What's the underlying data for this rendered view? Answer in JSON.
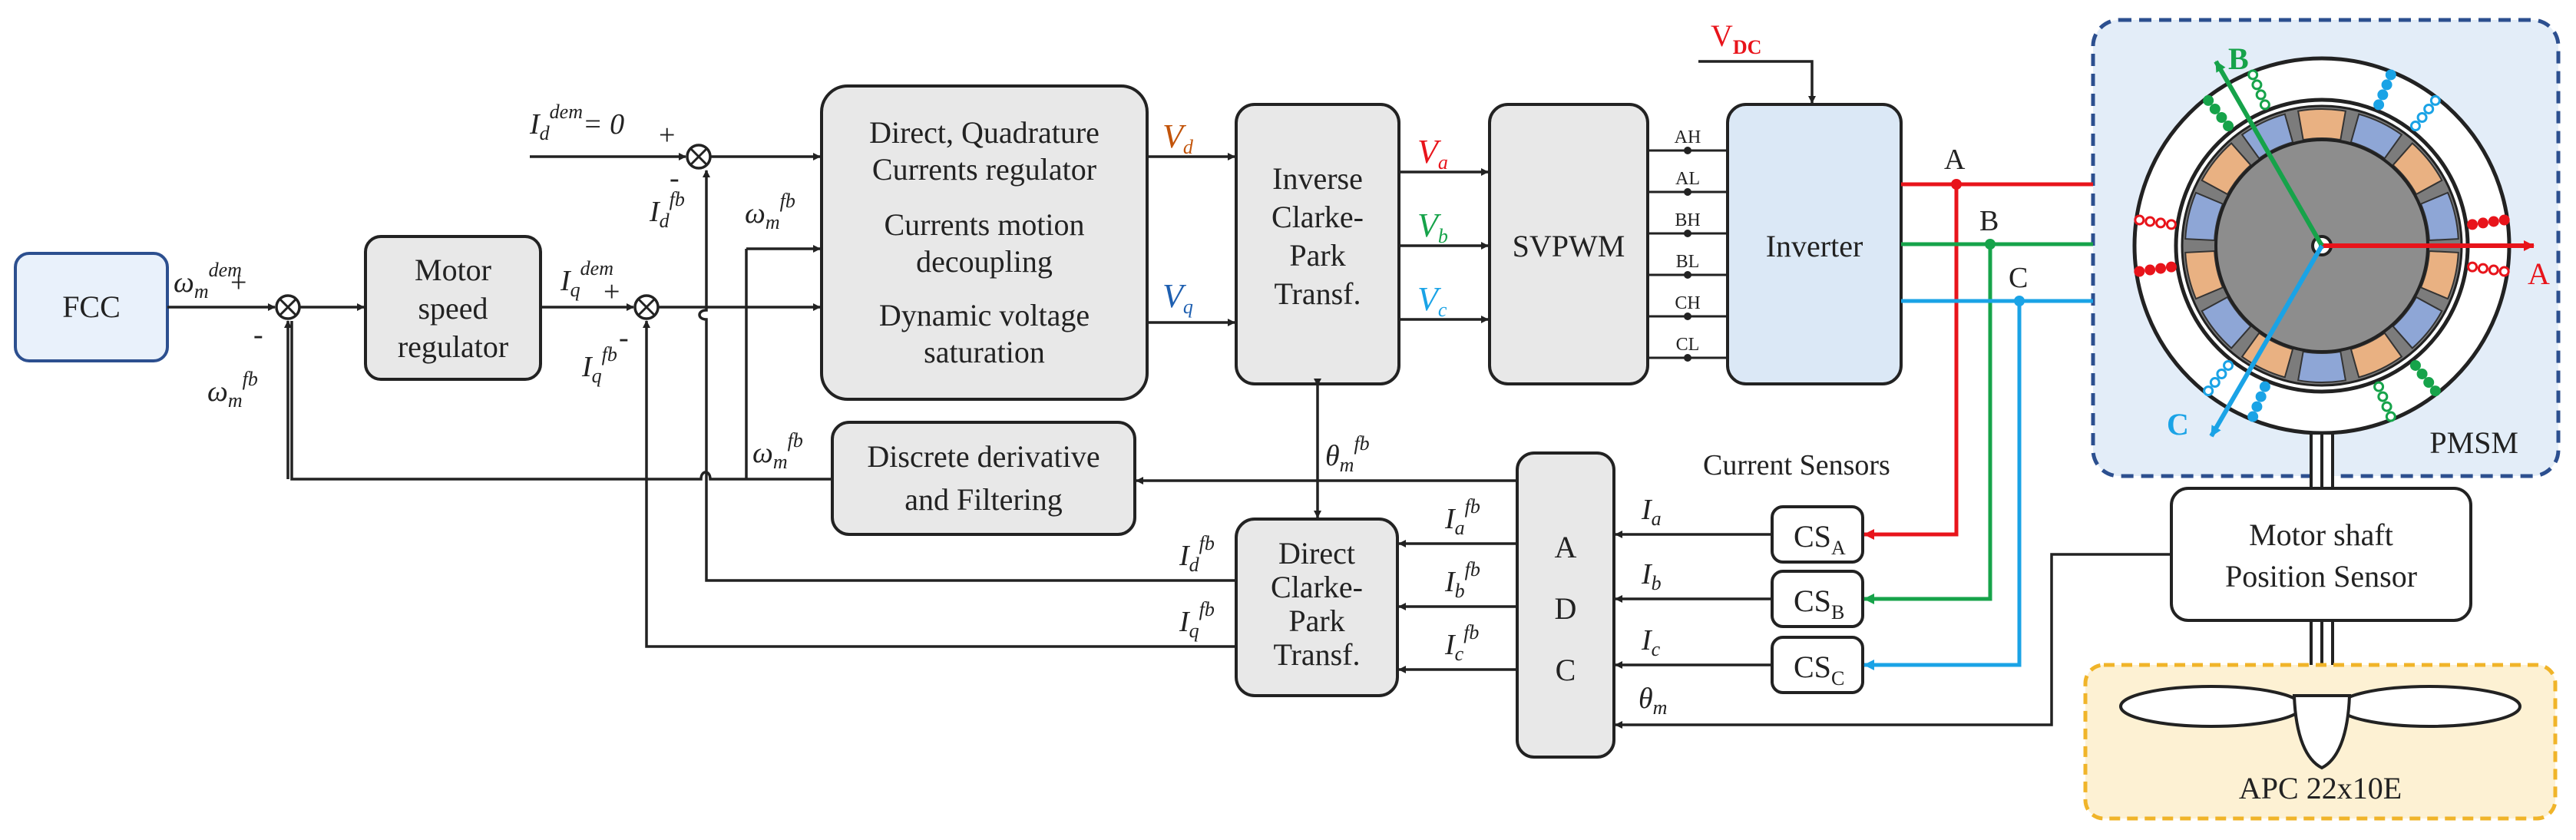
{
  "colors": {
    "red": "#e8141b",
    "green": "#16a34a",
    "cyan": "#1aa3e6",
    "orange_label": "#c2540a",
    "blue_label": "#1e5fb0",
    "block_fill": "#e8e8e8",
    "fcc_fill": "#e9f1fb",
    "inverter_fill": "#dbe8f6",
    "pmsm_fill": "#e3edf8",
    "pmsm_border": "#2c4f8f",
    "prop_fill": "#fdf1d3",
    "prop_border": "#f0b429"
  },
  "blocks": {
    "fcc": "FCC",
    "speed_regulator": [
      "Motor",
      "speed",
      "regulator"
    ],
    "current_regulator": [
      "Direct, Quadrature",
      "Currents regulator",
      "Currents motion",
      "decoupling",
      "Dynamic voltage",
      "saturation"
    ],
    "inverse_clarke_park": [
      "Inverse",
      "Clarke-",
      "Park",
      "Transf."
    ],
    "svpwm": "SVPWM",
    "inverter": "Inverter",
    "derivative": [
      "Discrete derivative",
      "and Filtering"
    ],
    "direct_clarke_park": [
      "Direct",
      "Clarke-",
      "Park",
      "Transf."
    ],
    "adc": [
      "A",
      "D",
      "C"
    ],
    "cs_a": {
      "main": "CS",
      "sub": "A"
    },
    "cs_b": {
      "main": "CS",
      "sub": "B"
    },
    "cs_c": {
      "main": "CS",
      "sub": "C"
    },
    "position_sensor": [
      "Motor shaft",
      "Position Sensor"
    ],
    "pmsm": "PMSM",
    "propeller": "APC 22x10E"
  },
  "signals": {
    "omega": "ω",
    "sub_m": "m",
    "sup_dem": "dem",
    "sup_fb": "fb",
    "I": "I",
    "sub_d": "d",
    "sub_q": "q",
    "sub_a": "a",
    "sub_b": "b",
    "sub_c": "c",
    "id_dem_value": "= 0",
    "plus": "+",
    "minus": "-",
    "theta": "θ",
    "V": "V",
    "vdc_main": "V",
    "vdc_sub": "DC",
    "current_sensors": "Current Sensors",
    "gate_signals": [
      "AH",
      "AL",
      "BH",
      "BL",
      "CH",
      "CL"
    ],
    "phase_a": "A",
    "phase_b": "B",
    "phase_c": "C"
  }
}
